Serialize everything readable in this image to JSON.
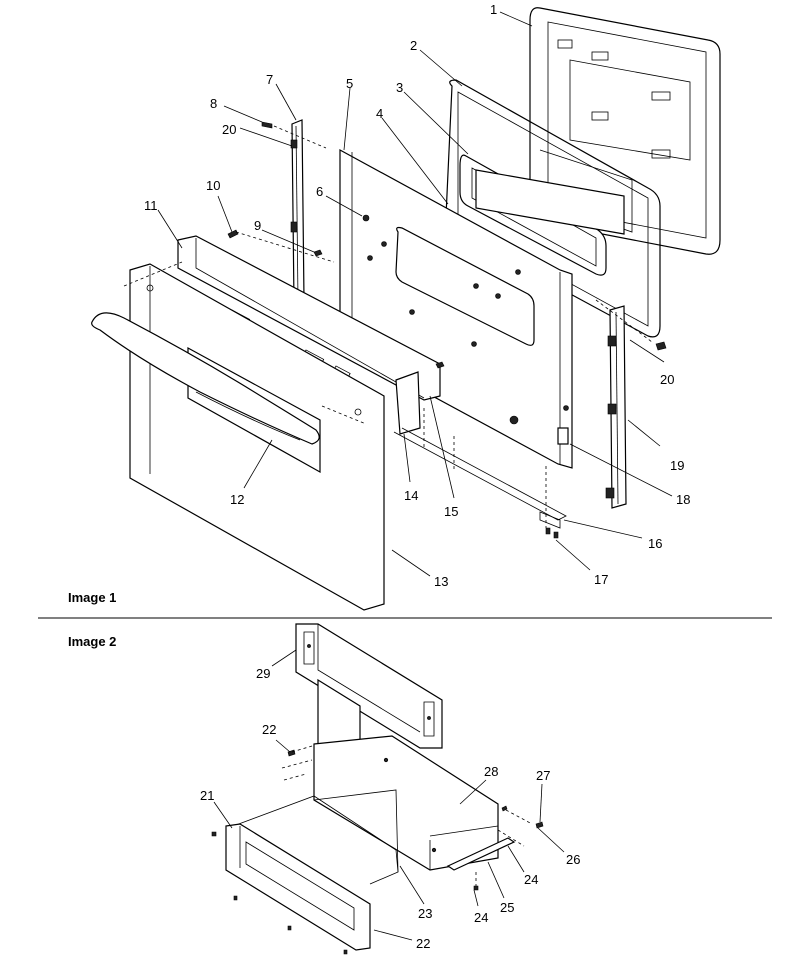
{
  "figure": {
    "image1_caption": "Image 1",
    "image2_caption": "Image 2",
    "image1_callouts": [
      "1",
      "2",
      "3",
      "4",
      "5",
      "6",
      "7",
      "8",
      "20",
      "10",
      "11",
      "9",
      "12",
      "14",
      "15",
      "13",
      "16",
      "17",
      "18",
      "19",
      "20"
    ],
    "image2_callouts": [
      "29",
      "22",
      "21",
      "23",
      "22",
      "24",
      "25",
      "24",
      "26",
      "27",
      "28"
    ]
  }
}
